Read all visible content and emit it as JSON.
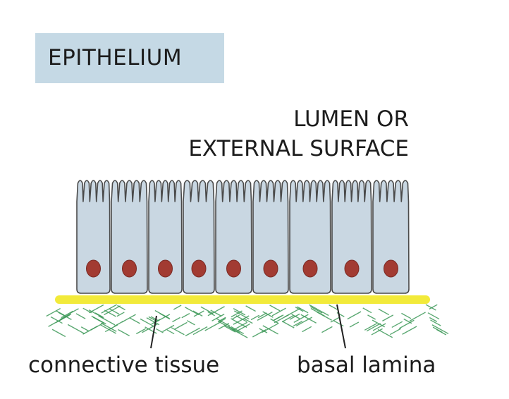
{
  "title": "EPITHELIUM",
  "lumen_label_line1": "LUMEN OR",
  "lumen_label_line2": "EXTERNAL SURFACE",
  "connective_label": "connective tissue",
  "basal_label": "basal lamina",
  "colors": {
    "title_box": "#c5d9e5",
    "cell_fill": "#c9d7e2",
    "cell_outline": "#4a4a4a",
    "nucleus": "#a23b32",
    "basal_lamina": "#f2ea3a",
    "connective": "#3f9a5a"
  }
}
